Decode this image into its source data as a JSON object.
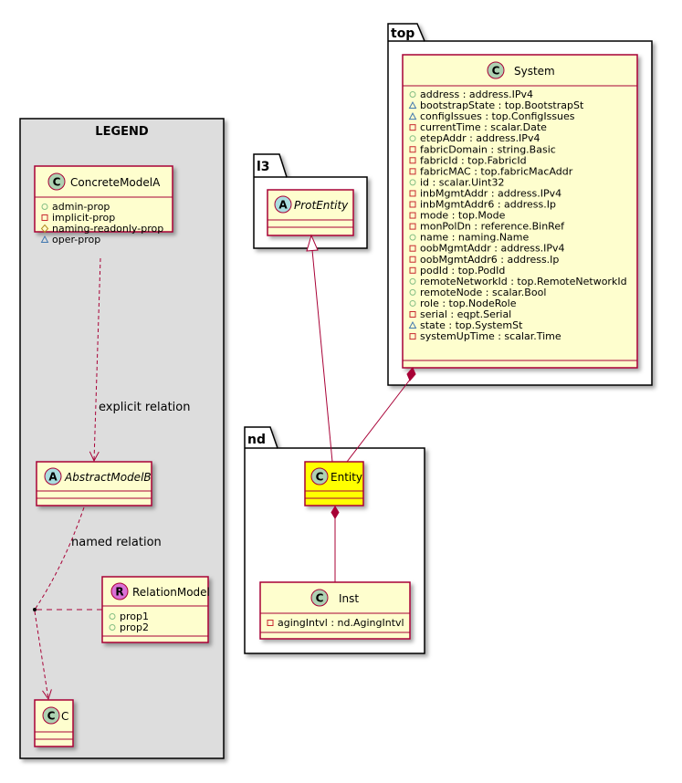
{
  "legend": {
    "title": "LEGEND",
    "concrete": {
      "name": "ConcreteModelA",
      "attrs": [
        {
          "vis": "public",
          "text": "admin-prop"
        },
        {
          "vis": "private",
          "text": "implicit-prop"
        },
        {
          "vis": "protected",
          "text": "naming-readonly-prop"
        },
        {
          "vis": "package",
          "text": "oper-prop"
        }
      ]
    },
    "abstract": {
      "name": "AbstractModelB"
    },
    "relation_model": {
      "name": "RelationModel",
      "attrs": [
        {
          "vis": "public",
          "text": "prop1"
        },
        {
          "vis": "public",
          "text": "prop2"
        }
      ]
    },
    "c": {
      "name": "C"
    },
    "explicit_relation": "explicit relation",
    "named_relation": "named relation"
  },
  "packages": {
    "l3": {
      "label": "l3",
      "prot_entity": "ProtEntity"
    },
    "top": {
      "label": "top",
      "system": {
        "name": "System",
        "attrs": [
          {
            "vis": "public",
            "text": "address : address.IPv4"
          },
          {
            "vis": "package",
            "text": "bootstrapState : top.BootstrapSt"
          },
          {
            "vis": "package",
            "text": "configIssues : top.ConfigIssues"
          },
          {
            "vis": "private",
            "text": "currentTime : scalar.Date"
          },
          {
            "vis": "public",
            "text": "etepAddr : address.IPv4"
          },
          {
            "vis": "private",
            "text": "fabricDomain : string.Basic"
          },
          {
            "vis": "private",
            "text": "fabricId : top.FabricId"
          },
          {
            "vis": "private",
            "text": "fabricMAC : top.fabricMacAddr"
          },
          {
            "vis": "public",
            "text": "id : scalar.Uint32"
          },
          {
            "vis": "private",
            "text": "inbMgmtAddr : address.IPv4"
          },
          {
            "vis": "private",
            "text": "inbMgmtAddr6 : address.Ip"
          },
          {
            "vis": "private",
            "text": "mode : top.Mode"
          },
          {
            "vis": "private",
            "text": "monPolDn : reference.BinRef"
          },
          {
            "vis": "public",
            "text": "name : naming.Name"
          },
          {
            "vis": "private",
            "text": "oobMgmtAddr : address.IPv4"
          },
          {
            "vis": "private",
            "text": "oobMgmtAddr6 : address.Ip"
          },
          {
            "vis": "private",
            "text": "podId : top.PodId"
          },
          {
            "vis": "public",
            "text": "remoteNetworkId : top.RemoteNetworkId"
          },
          {
            "vis": "public",
            "text": "remoteNode : scalar.Bool"
          },
          {
            "vis": "public",
            "text": "role : top.NodeRole"
          },
          {
            "vis": "private",
            "text": "serial : eqpt.Serial"
          },
          {
            "vis": "package",
            "text": "state : top.SystemSt"
          },
          {
            "vis": "private",
            "text": "systemUpTime : scalar.Time"
          }
        ]
      }
    },
    "nd": {
      "label": "nd",
      "entity": {
        "name": "Entity"
      },
      "inst": {
        "name": "Inst",
        "attrs": [
          {
            "vis": "private",
            "text": "agingIntvl : nd.AgingIntvl"
          }
        ]
      }
    }
  },
  "colors": {
    "class_fill": "#FEFECE",
    "class_border": "#A80036",
    "highlight_fill": "#FFFF00",
    "legend_bg": "#DDDDDD",
    "circle_c": "#ADD1B2",
    "circle_a": "#A9DCDF",
    "circle_r": "#DA70D6",
    "vis_public": "#84BE84",
    "vis_private": "#C82930",
    "vis_protected": "#FFFF44",
    "vis_package": "#4177AF"
  }
}
